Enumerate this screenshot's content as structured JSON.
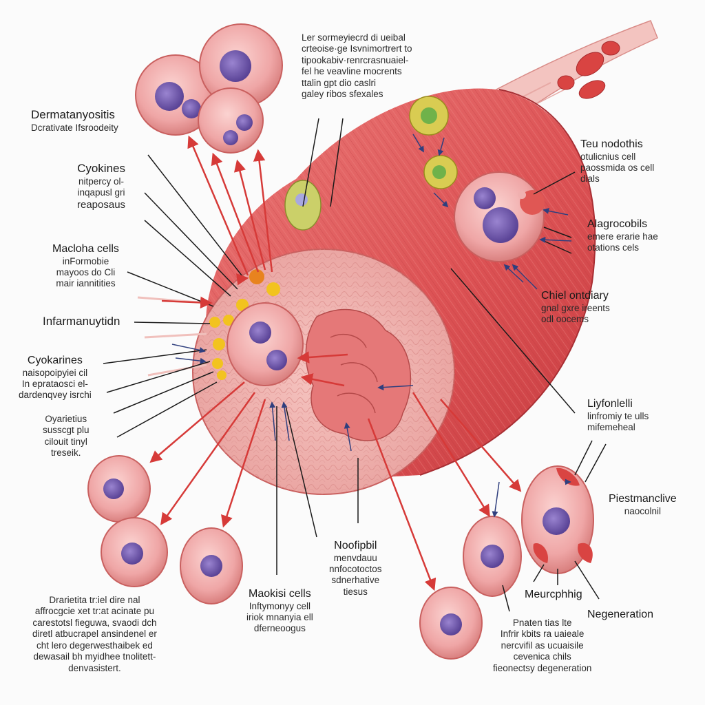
{
  "labels": {
    "top_note": {
      "lines": [
        "Ler sormeyiecrd di ueibal",
        "crteoise·ge Isvnimortrert to",
        "tipookabiv·renrcrasnuaiel-",
        "fel he veavline mocrents",
        "ttalin gpt dio caslri",
        "galey ribos sfexales"
      ]
    },
    "dermatomyositis": {
      "title": "Dermatanyositis",
      "lines": [
        "Dcrativate Ifsroodeity"
      ]
    },
    "cytokines_1": {
      "title": "Cyokines",
      "lines": [
        "nitpercy ol-",
        "inqapusl gri",
        "reaposaus"
      ]
    },
    "macrophage_cells": {
      "title": "Macloha cells",
      "lines": [
        "inFormobie",
        "mayoos do Cli",
        "mair iannitities"
      ]
    },
    "inflammation": {
      "title": "Infarmanuytidn"
    },
    "cytokines_2": {
      "title": "Cyokarines",
      "lines": [
        "naisopoipyiei cil",
        "In eprataosci el-",
        "dardenqvey isrchi"
      ]
    },
    "other_cells": {
      "lines": [
        "Oyarietius",
        "susscgt plu",
        "cilouit tinyl",
        "treseik."
      ]
    },
    "bottom_left_note": {
      "lines": [
        "Drarietita tr:iel dire nal",
        "affrocgcie xet tr:at acinate pu",
        "carestotsl fieguwa, svaodi dch",
        "diretl atbucrapel ansindenel er",
        "cht lero degerwesthaibek ed",
        "dewasail bh myidhee tnolitett-",
        "denvasistert."
      ]
    },
    "macrophage_cells_bottom": {
      "title": "Maokisi cells",
      "lines": [
        "Inftymonyy cell",
        "iriok mnanyia ell",
        "dferneoogus"
      ]
    },
    "neutrophil": {
      "title": "Noofipbil",
      "lines": [
        "menvdauu",
        "nnfocotoctos",
        "sdnerhative",
        "tiesus"
      ]
    },
    "t_neutrophils": {
      "title": "Teu nodothis",
      "lines": [
        "otulicnius cell",
        "paossmida os cell",
        "dials"
      ]
    },
    "macrophages_right": {
      "title": "Alagrocobils",
      "lines": [
        "emere erarie hae",
        "otations cels"
      ]
    },
    "chief_inflammatory": {
      "title": "Chiel ontdiary",
      "lines": [
        "gnal gxre ireents",
        "odl oocems"
      ]
    },
    "lymphocyte": {
      "title": "Liyfonlelli",
      "lines": [
        "linfromiy te ulls",
        "mifemeheal"
      ]
    },
    "regenerative_neutrophil": {
      "title": "Piestmanclive",
      "lines": [
        "naocolnil"
      ]
    },
    "mercophig": {
      "title": "Meurcphhig"
    },
    "regeneration": {
      "title": "Negeneration"
    },
    "protein_note": {
      "lines": [
        "Pnaten tias lte",
        "Infrir kbits ra uaieale",
        "nercvifil as ucuaisile",
        "cevenica chils",
        "fieonectsy degeneration"
      ]
    }
  },
  "colors": {
    "cell_fill": "#efa6a6",
    "cell_edge": "#cf6a6a",
    "nucleus": "#7a62b3",
    "muscle_red": "#e0585a",
    "muscle_dark": "#c23a3d",
    "cross_section": "#f2b5b3",
    "arrow_red": "#d63a38",
    "arrow_blue": "#3a4b8c",
    "cytokine_yellow": "#f2c31f",
    "cytokine_orange": "#e8831e",
    "nerve_pink": "#f3c4c0"
  }
}
